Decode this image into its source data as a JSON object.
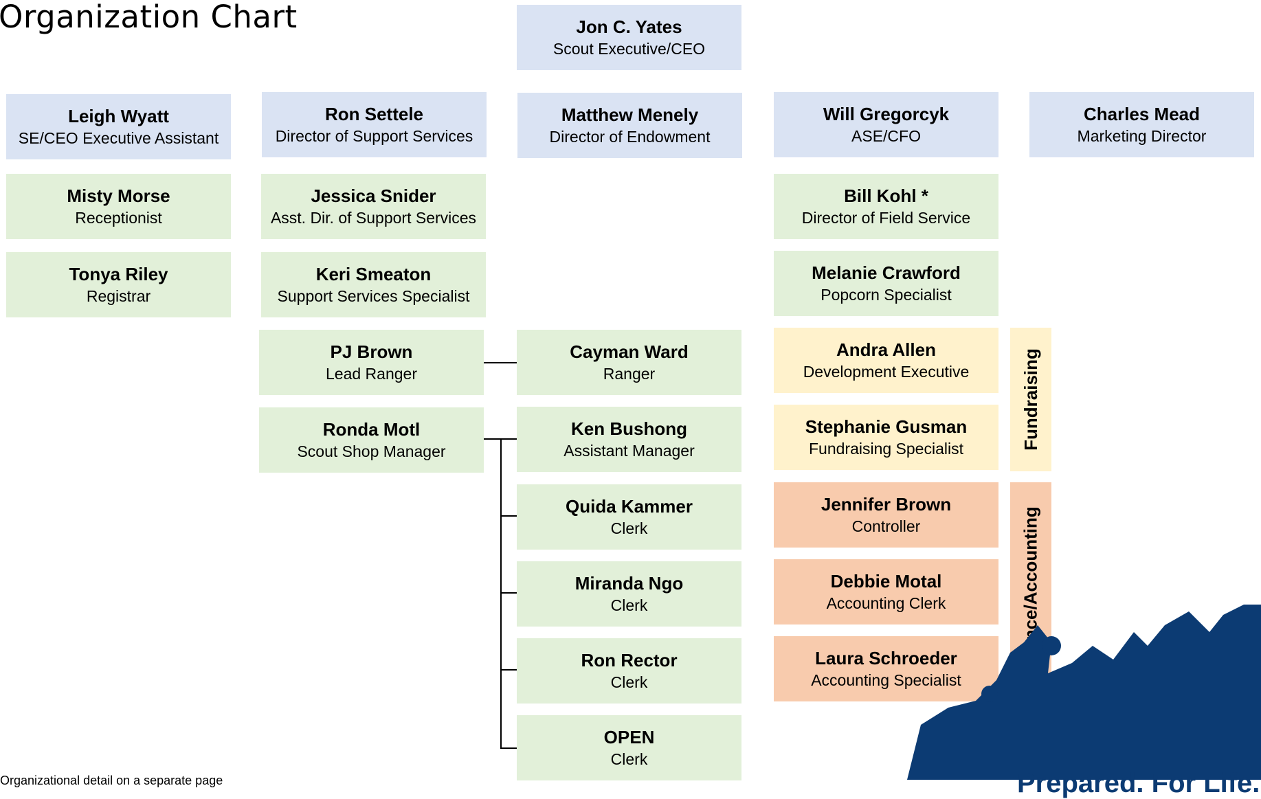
{
  "title": "Organization Chart",
  "footnote": "Organizational detail on a separate page",
  "tagline": "Prepared. For Life.",
  "colors": {
    "leadership": "#dae3f3",
    "staff": "#e2f0d9",
    "fundraising": "#fff2cc",
    "finance": "#f8cbad",
    "mountain": "#0c3b73"
  },
  "top": {
    "name": "Jon C. Yates",
    "role": "Scout Executive/CEO"
  },
  "directors": [
    {
      "name": "Leigh Wyatt",
      "role": "SE/CEO Executive Assistant"
    },
    {
      "name": "Ron Settele",
      "role": "Director of Support Services"
    },
    {
      "name": "Matthew Menely",
      "role": "Director of Endowment"
    },
    {
      "name": "Will Gregorcyk",
      "role": "ASE/CFO"
    },
    {
      "name": "Charles Mead",
      "role": "Marketing Director"
    }
  ],
  "col1": [
    {
      "name": "Misty Morse",
      "role": "Receptionist"
    },
    {
      "name": "Tonya Riley",
      "role": "Registrar"
    }
  ],
  "col2": [
    {
      "name": "Jessica Snider",
      "role": "Asst. Dir. of Support Services"
    },
    {
      "name": "Keri Smeaton",
      "role": "Support Services Specialist"
    },
    {
      "name": "PJ Brown",
      "role": "Lead Ranger"
    },
    {
      "name": "Ronda Motl",
      "role": "Scout Shop Manager"
    }
  ],
  "col3": [
    {
      "name": "Cayman Ward",
      "role": "Ranger"
    },
    {
      "name": "Ken Bushong",
      "role": "Assistant Manager"
    },
    {
      "name": "Quida Kammer",
      "role": "Clerk"
    },
    {
      "name": "Miranda Ngo",
      "role": "Clerk"
    },
    {
      "name": "Ron Rector",
      "role": "Clerk"
    },
    {
      "name": "OPEN",
      "role": "Clerk"
    }
  ],
  "col4": [
    {
      "name": "Bill Kohl *",
      "role": "Director of Field Service"
    },
    {
      "name": "Melanie Crawford",
      "role": "Popcorn Specialist"
    },
    {
      "name": "Andra Allen",
      "role": "Development Executive"
    },
    {
      "name": "Stephanie Gusman",
      "role": "Fundraising Specialist"
    },
    {
      "name": "Jennifer Brown",
      "role": "Controller"
    },
    {
      "name": "Debbie Motal",
      "role": "Accounting Clerk"
    },
    {
      "name": "Laura Schroeder",
      "role": "Accounting Specialist"
    }
  ],
  "groups": {
    "fundraising": "Fundraising",
    "finance": "Finance/Accounting"
  }
}
